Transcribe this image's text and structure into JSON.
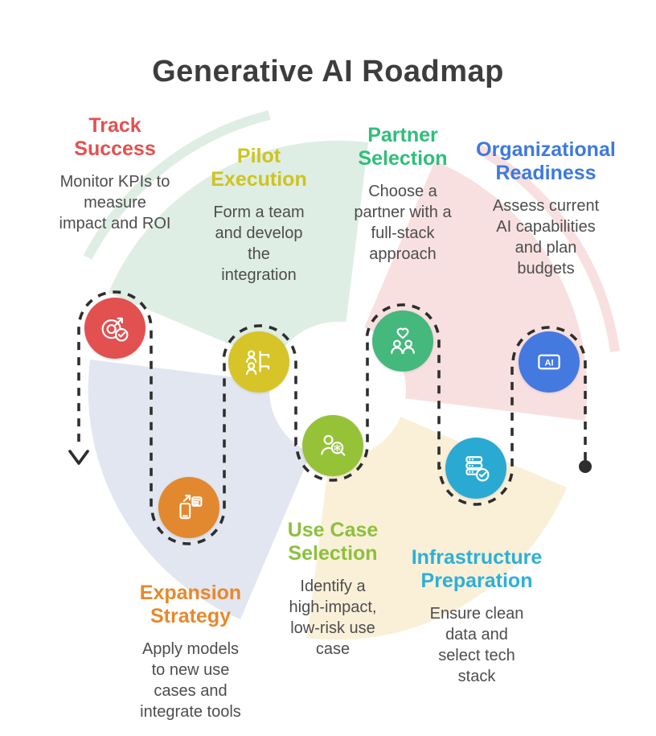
{
  "title": "Generative AI Roadmap",
  "stages": [
    {
      "name": "track-success",
      "heading": "Track\nSuccess",
      "description": "Monitor KPIs to\nmeasure\nimpact and ROI",
      "heading_color": "#e25050",
      "icon": "target-check-icon",
      "icon_color": "#e25050"
    },
    {
      "name": "pilot-execution",
      "heading": "Pilot\nExecution",
      "description": "Form a team\nand develop\nthe\nintegration",
      "heading_color": "#cfc320",
      "icon": "team-structure-icon",
      "icon_color": "#d6c428"
    },
    {
      "name": "partner-selection",
      "heading": "Partner\nSelection",
      "description": "Choose a\npartner with a\nfull-stack\napproach",
      "heading_color": "#2fbe7a",
      "icon": "partnership-heart-icon",
      "icon_color": "#45b87d"
    },
    {
      "name": "organizational-readiness",
      "heading": "Organizational\nReadiness",
      "description": "Assess current\nAI capabilities\nand plan\nbudgets",
      "heading_color": "#3d79de",
      "icon": "ai-chip-icon",
      "icon_text": "AI",
      "icon_color": "#4479e0"
    },
    {
      "name": "expansion-strategy",
      "heading": "Expansion\nStrategy",
      "description": "Apply models\nto new use\ncases and\nintegrate tools",
      "heading_color": "#e8882b",
      "icon": "device-expansion-icon",
      "icon_color": "#e2882f"
    },
    {
      "name": "use-case-selection",
      "heading": "Use Case\nSelection",
      "description": "Identify a\nhigh-impact,\nlow-risk use\ncase",
      "heading_color": "#8cc03d",
      "icon": "person-search-icon",
      "icon_color": "#95c237"
    },
    {
      "name": "infrastructure-preparation",
      "heading": "Infrastructure\nPreparation",
      "description": "Ensure clean\ndata and\nselect tech\nstack",
      "heading_color": "#2cb0d8",
      "icon": "database-check-icon",
      "icon_color": "#2aaad2"
    }
  ],
  "path": {
    "style": "dashed",
    "color": "#2e2e2e",
    "start_marker": "dot",
    "end_marker": "down-arrow"
  },
  "background_colors": {
    "green": "#dfeee4",
    "pink": "#f9e0e0",
    "cream": "#faf0d8",
    "blue_gray": "#e2e6f0"
  }
}
